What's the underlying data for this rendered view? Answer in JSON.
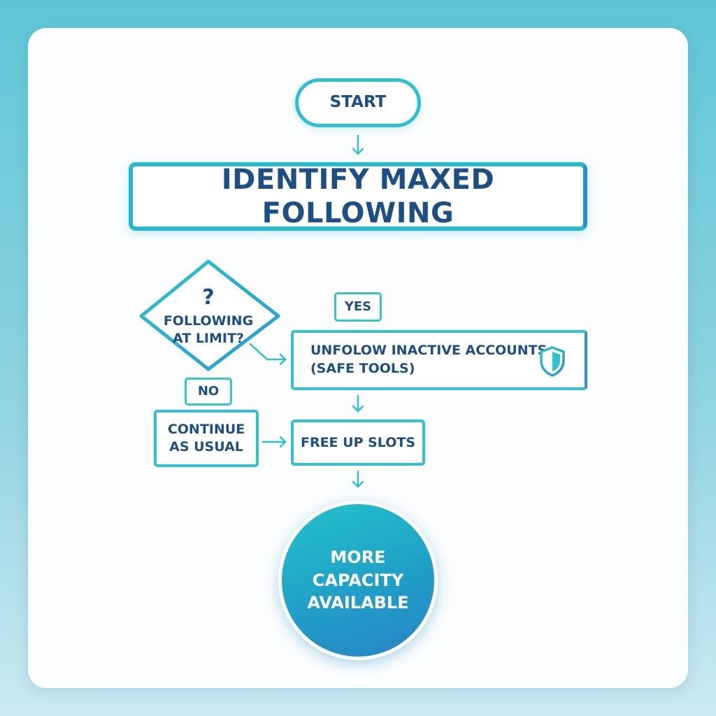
{
  "flowchart": {
    "start": "START",
    "identify": "IDENTIFY MAXED FOLLOWING",
    "decision": {
      "symbol": "?",
      "line1": "FOLLOWING",
      "line2": "AT LIMIT?"
    },
    "yes_label": "YES",
    "no_label": "NO",
    "unfollow": {
      "line1": "UNFOLOW INACTIVE ACCOUNTS",
      "line2": "(SAFE TOOLS)",
      "icon": "shield-icon"
    },
    "continue": {
      "line1": "CONTINUE",
      "line2": "AS USUAL"
    },
    "free_up": "FREE UP SLOTS",
    "result": {
      "line1": "MORE",
      "line2": "CAPACITY",
      "line3": "AVAILABLE"
    }
  },
  "colors": {
    "accent": "#2fbfcf",
    "accent_blue": "#2a8fd0",
    "text": "#1d4f84",
    "background_top": "#5fc6d6",
    "background_bottom": "#cbe9f2"
  }
}
